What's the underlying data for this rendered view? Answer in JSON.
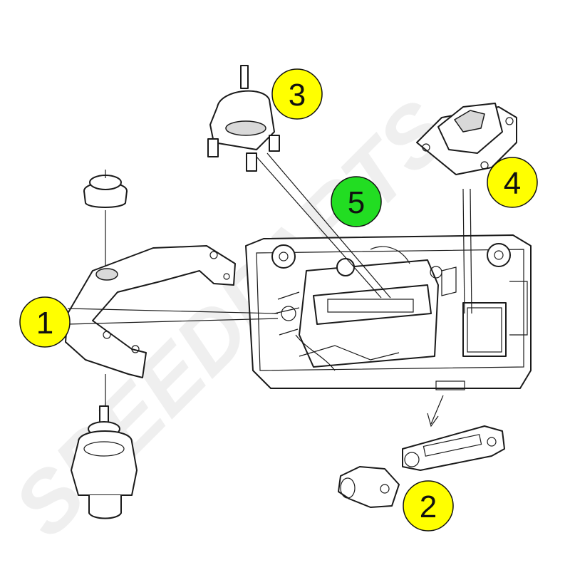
{
  "watermark": {
    "text": "SPEEDPARTS"
  },
  "callouts": [
    {
      "label": "1",
      "color": "#ffff00"
    },
    {
      "label": "2",
      "color": "#ffff00"
    },
    {
      "label": "3",
      "color": "#ffff00"
    },
    {
      "label": "4",
      "color": "#ffff00"
    },
    {
      "label": "5",
      "color": "#22dd22"
    }
  ]
}
